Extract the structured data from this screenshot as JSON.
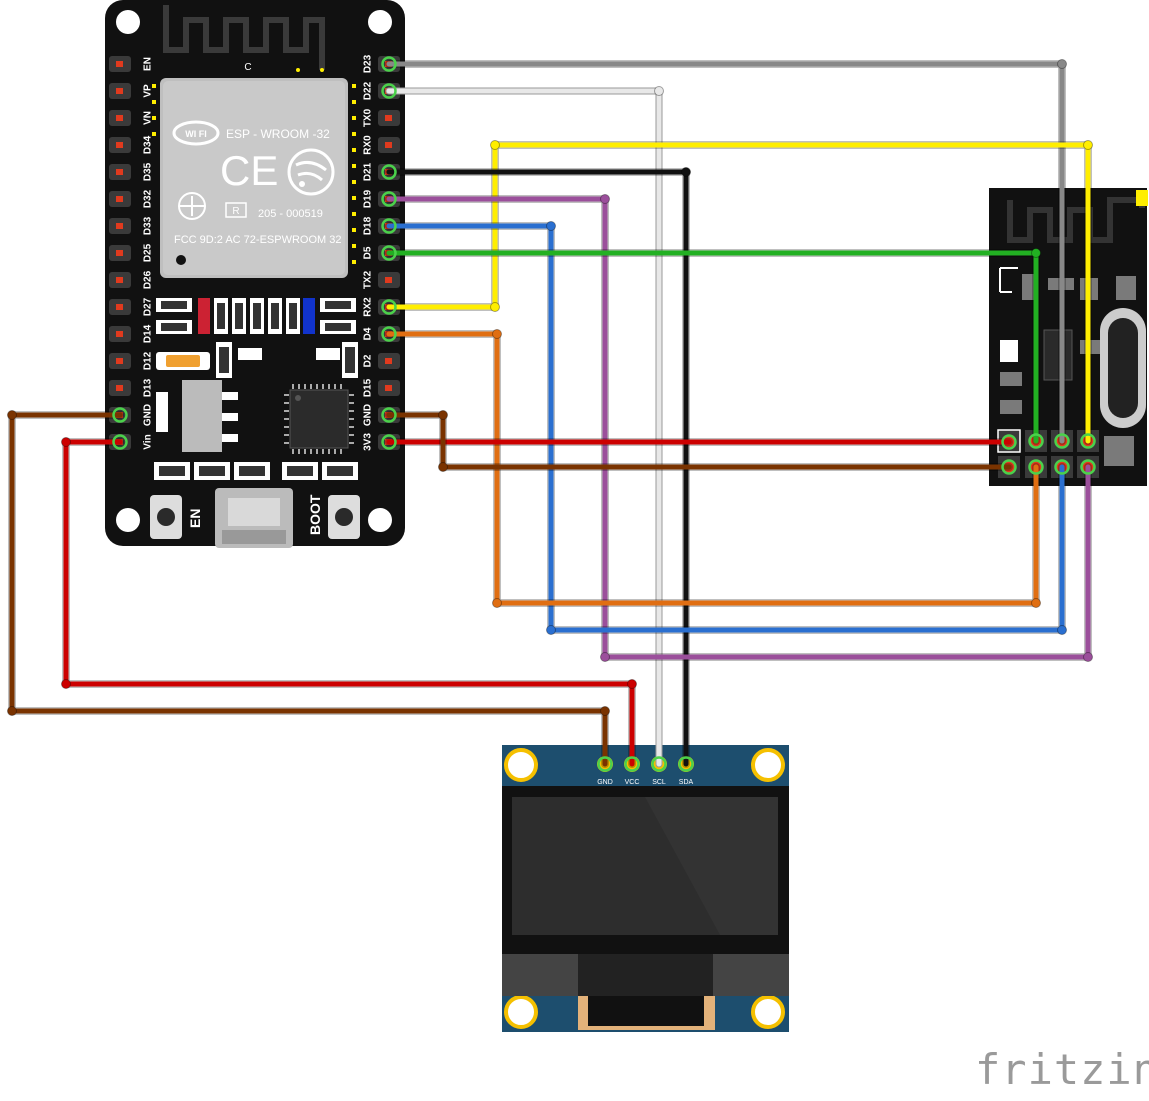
{
  "esp32": {
    "module_line1": "ESP - WROOM -32",
    "wifi_text": "WI FI",
    "ce_text": "CE",
    "r_text": "R",
    "r_code": "205 - 000519",
    "fcc_text": "FCC 9D:2 AC 72-ESPWROOM 32",
    "antenna_mark": "C",
    "button_en": "EN",
    "button_boot": "BOOT",
    "left_pins": [
      "EN",
      "VP",
      "VN",
      "D34",
      "D35",
      "D32",
      "D33",
      "D25",
      "D26",
      "D27",
      "D14",
      "D12",
      "D13",
      "GND",
      "Vin"
    ],
    "right_pins": [
      "D23",
      "D22",
      "TX0",
      "RX0",
      "D21",
      "D19",
      "D18",
      "D5",
      "TX2",
      "RX2",
      "D4",
      "D2",
      "D15",
      "GND",
      "3V3"
    ]
  },
  "oled": {
    "pins": [
      "GND",
      "VCC",
      "SCL",
      "SDA"
    ]
  },
  "watermark": "fritzing",
  "colors": {
    "red": "#cc0000",
    "brown": "#7a3300",
    "grey": "#888888",
    "white": "#e8e8e8",
    "yellow": "#ffee00",
    "black": "#111111",
    "purple": "#9b4f9b",
    "blue": "#2a6fd0",
    "green": "#22b022",
    "orange": "#e06e12"
  }
}
